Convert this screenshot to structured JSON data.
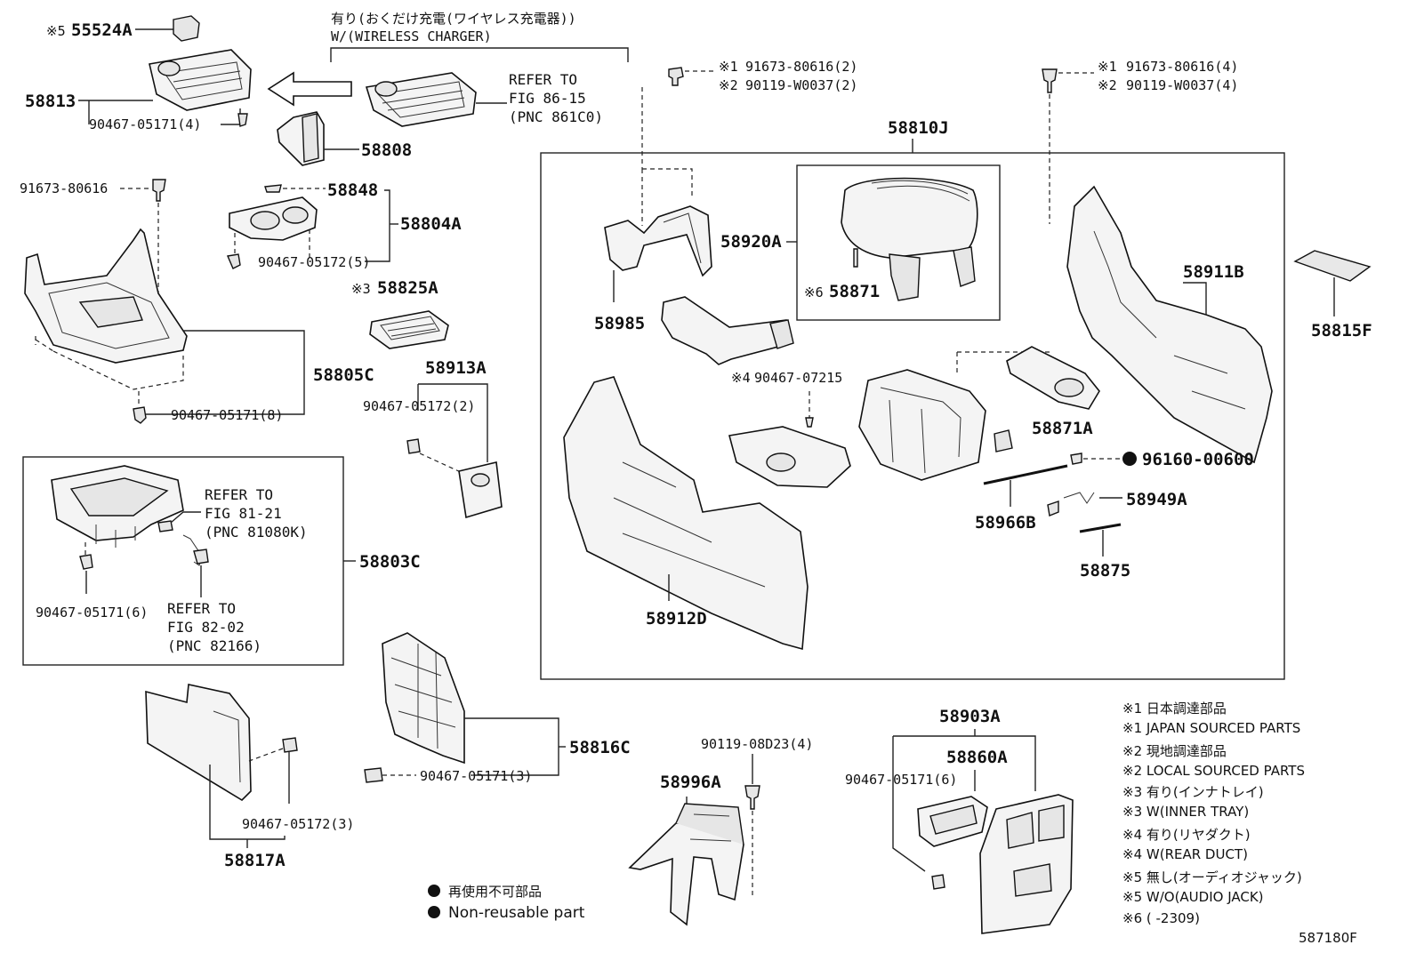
{
  "labels": {
    "p55524a": "55524A",
    "p55524a_mark": "※5",
    "p58813": "58813",
    "wireless_jp": "有り(おくだけ充電(ワイヤレス充電器))",
    "wireless_en": "W/(WIRELESS CHARGER)",
    "ref_86_1": "REFER TO",
    "ref_86_2": "FIG 86-15",
    "ref_86_3": "(PNC 861C0)",
    "bolt_58813": "90467-05171(4)",
    "p58808": "58808",
    "top_mark1": "※1",
    "top_bolt1": "91673-80616(2)",
    "top_mark2": "※2",
    "top_bolt2": "90119-W0037(2)",
    "top_right_mark1": "※1",
    "top_right_bolt1": "91673-80616(4)",
    "top_right_mark2": "※2",
    "top_right_bolt2": "90119-W0037(4)",
    "p58810j": "58810J",
    "bolt_91673": "91673-80616",
    "p58848": "58848",
    "p58804a": "58804A",
    "bolt_58804a": "90467-05172(5)",
    "p58825a_mark": "※3",
    "p58825a": "58825A",
    "p58805c": "58805C",
    "bolt_58805c": "90467-05171(8)",
    "p58913a": "58913A",
    "bolt_58913a": "90467-05172(2)",
    "p58920a": "58920A",
    "p58871_mark": "※6",
    "p58871": "58871",
    "p58985": "58985",
    "p58911b": "58911B",
    "p58815f": "58815F",
    "bolt_07215_mark": "※4",
    "bolt_07215": "90467-07215",
    "p58871a": "58871A",
    "p96160": "96160-00600",
    "p58949a": "58949A",
    "p58966b": "58966B",
    "p58875": "58875",
    "p58912d": "58912D",
    "ref_81_1": "REFER TO",
    "ref_81_2": "FIG 81-21",
    "ref_81_3": "(PNC 81080K)",
    "p58803c": "58803C",
    "bolt_58803c": "90467-05171(6)",
    "ref_82_1": "REFER TO",
    "ref_82_2": "FIG 82-02",
    "ref_82_3": "(PNC 82166)",
    "p58816c": "58816C",
    "bolt_58816c": "90467-05171(3)",
    "bolt_58817a": "90467-05172(3)",
    "p58817a": "58817A",
    "bolt_08d23": "90119-08D23(4)",
    "p58996a": "58996A",
    "p58903a": "58903A",
    "p58860a": "58860A",
    "bolt_58903a": "90467-05171(6)",
    "legend_jp": "再使用不可部品",
    "legend_en": "Non-reusable part",
    "figure_id": "587180F"
  },
  "notes": [
    "※1 日本調達部品",
    "※1 JAPAN SOURCED PARTS",
    "※2 現地調達部品",
    "※2 LOCAL SOURCED PARTS",
    "※3 有り(インナトレイ)",
    "※3 W(INNER TRAY)",
    "※4 有り(リヤダクト)",
    "※4 W(REAR DUCT)",
    "※5 無し(オーディオジャック)",
    "※5 W/O(AUDIO JACK)",
    "※6 (      -2309)"
  ]
}
